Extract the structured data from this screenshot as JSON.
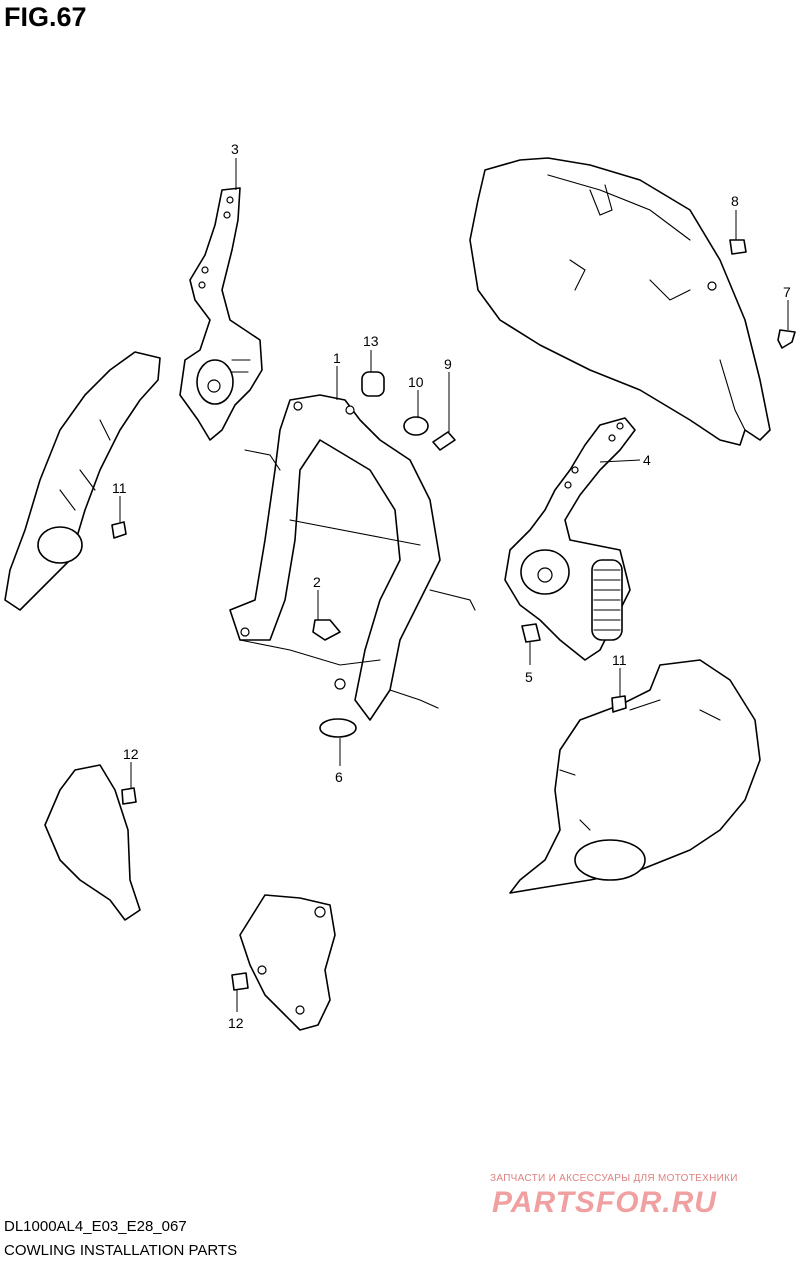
{
  "figure": {
    "title": "FIG.67"
  },
  "callouts": {
    "c1": "1",
    "c2": "2",
    "c3": "3",
    "c4": "4",
    "c5": "5",
    "c6": "6",
    "c7": "7",
    "c8": "8",
    "c9": "9",
    "c10": "10",
    "c11a": "11",
    "c11b": "11",
    "c12a": "12",
    "c12b": "12",
    "c13": "13"
  },
  "footer": {
    "code": "DL1000AL4_E03_E28_067",
    "name": "COWLING INSTALLATION PARTS"
  },
  "watermark": {
    "tagline": "ЗАПЧАСТИ И АКСЕССУАРЫ ДЛЯ МОТОТЕХНИКИ",
    "logo": "PARTSFOR.RU"
  }
}
